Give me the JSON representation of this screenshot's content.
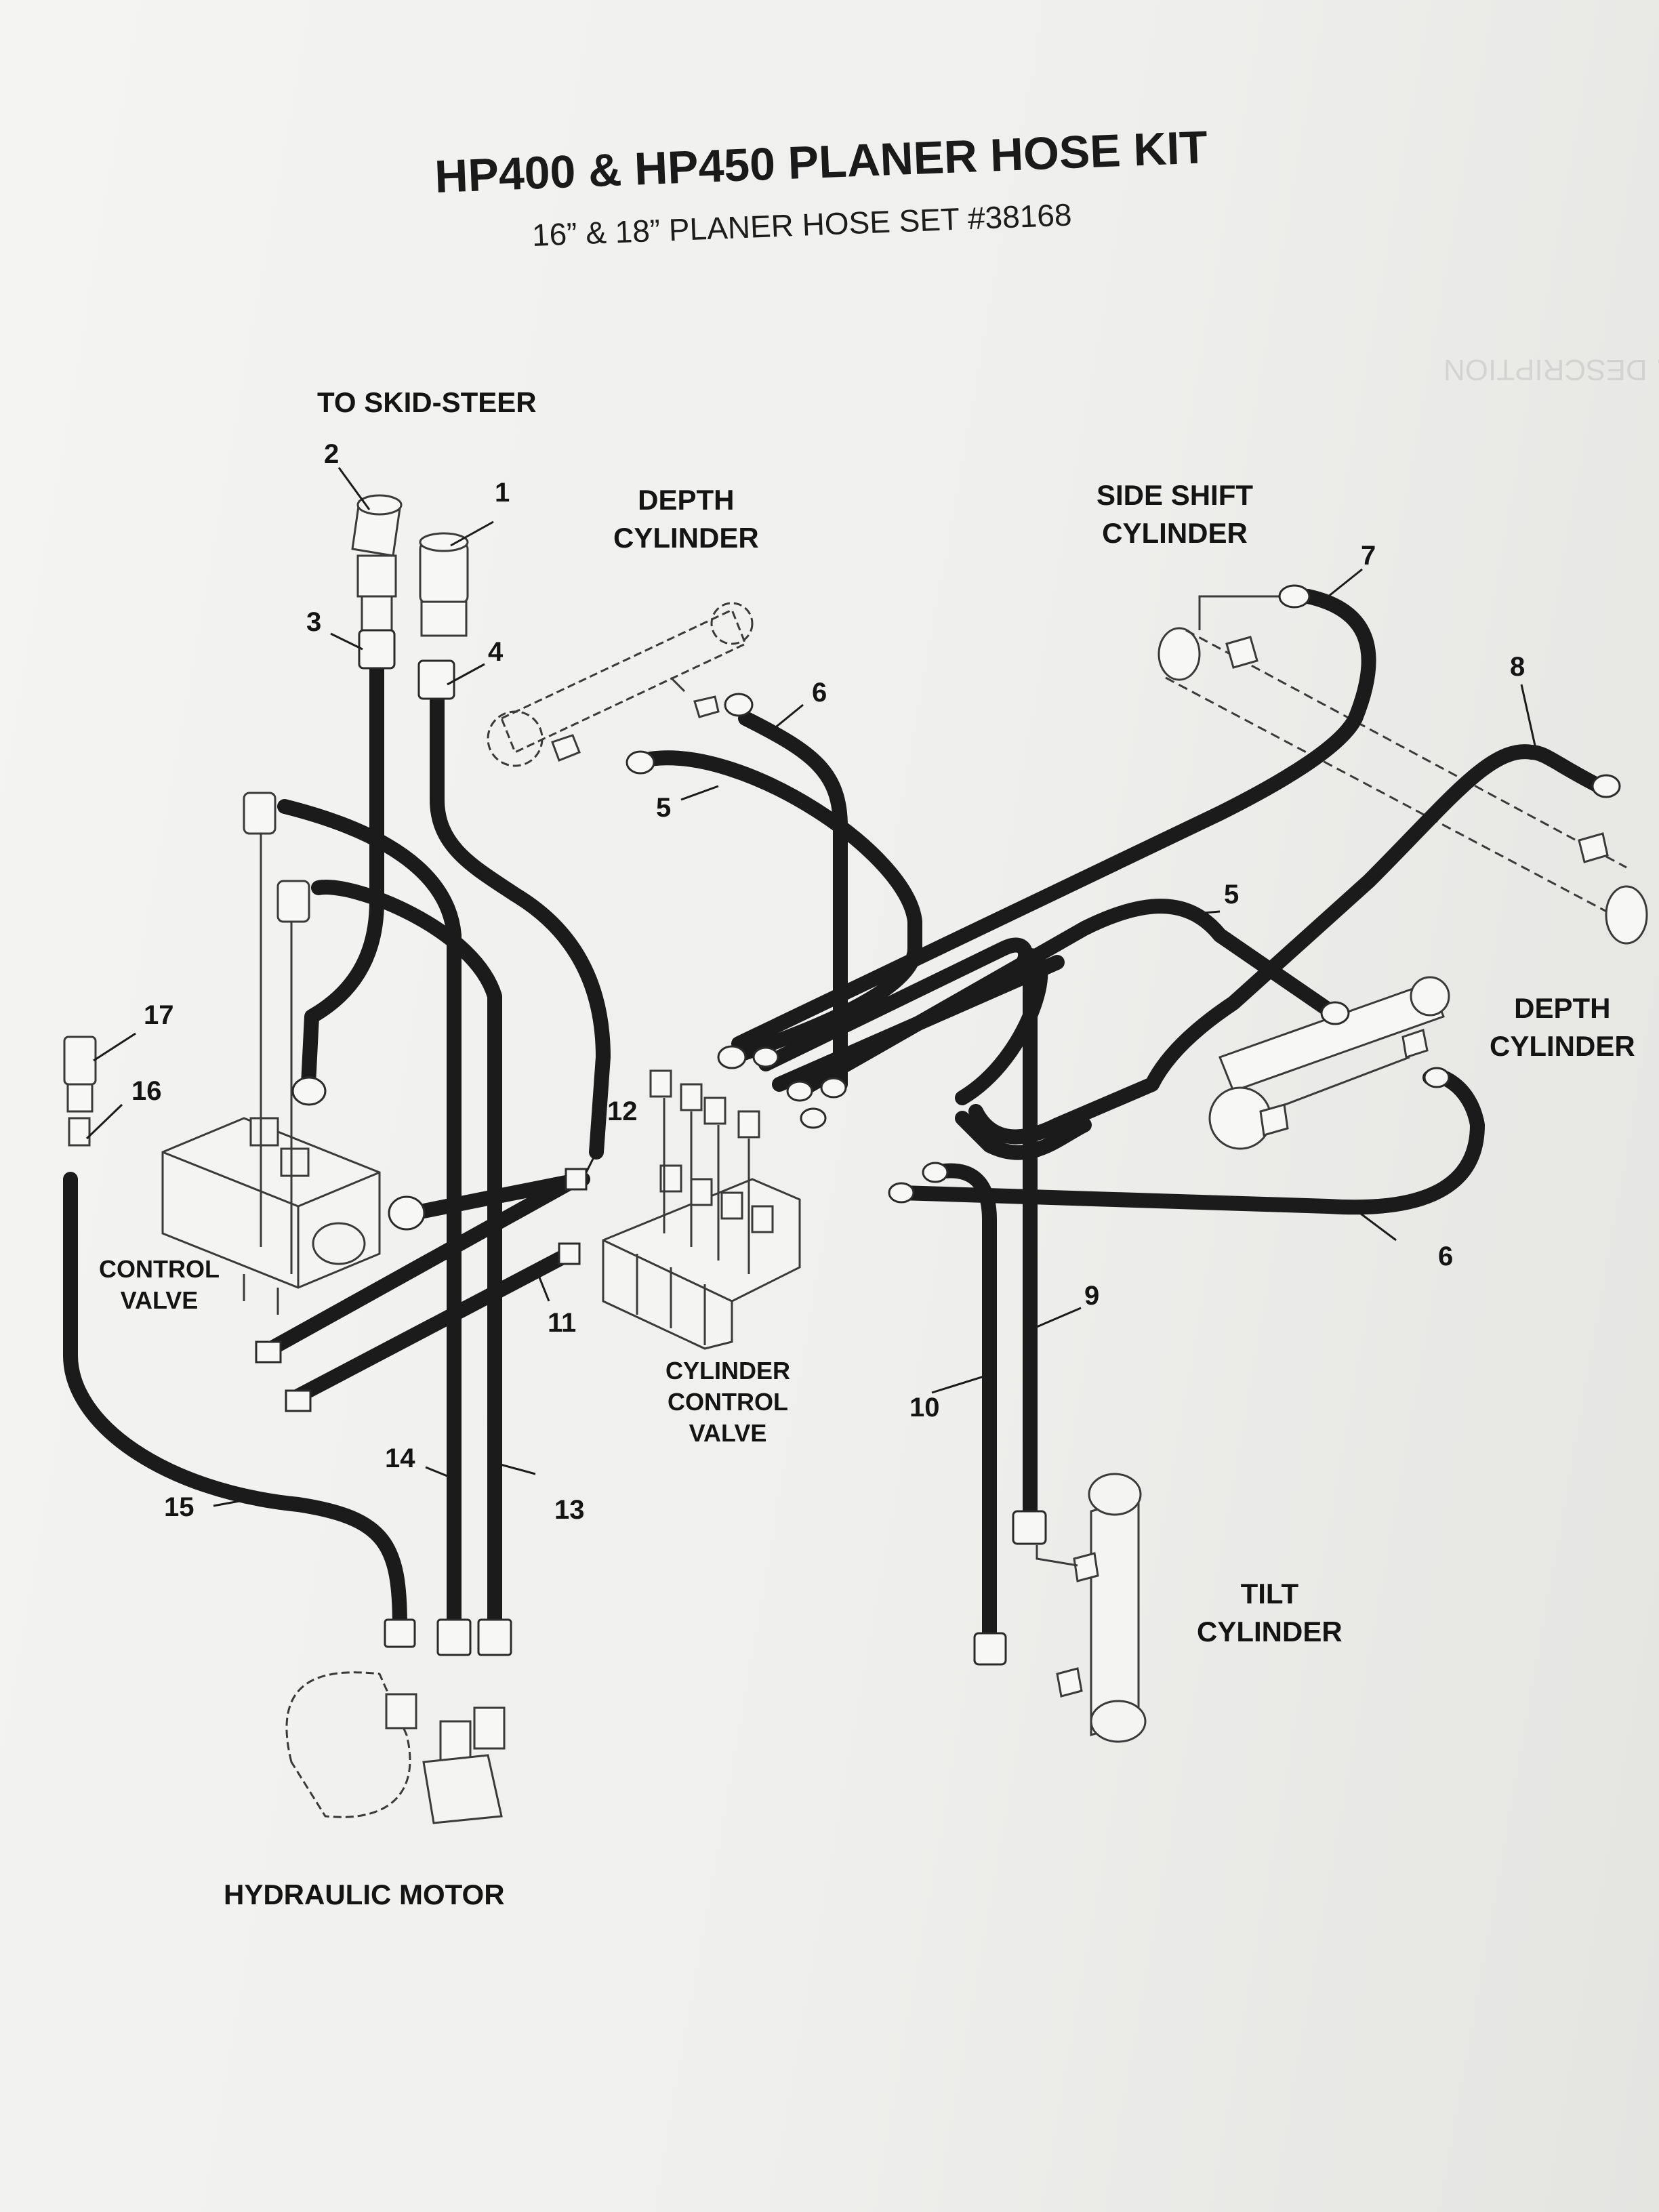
{
  "title": "HP400 & HP450 PLANER HOSE KIT",
  "subtitle": "16” & 18” PLANER HOSE SET #38168",
  "components": {
    "to_skid_steer": "TO SKID-STEER",
    "depth_cylinder_left": [
      "DEPTH",
      "CYLINDER"
    ],
    "side_shift_cylinder": [
      "SIDE SHIFT",
      "CYLINDER"
    ],
    "depth_cylinder_right": [
      "DEPTH",
      "CYLINDER"
    ],
    "control_valve": [
      "CONTROL",
      "VALVE"
    ],
    "cylinder_control_valve": [
      "CYLINDER",
      "CONTROL",
      "VALVE"
    ],
    "tilt_cylinder": [
      "TILT",
      "CYLINDER"
    ],
    "hydraulic_motor": "HYDRAULIC MOTOR"
  },
  "callouts": {
    "n1": "1",
    "n2": "2",
    "n3": "3",
    "n4": "4",
    "n5a": "5",
    "n5b": "5",
    "n6a": "6",
    "n6b": "6",
    "n7": "7",
    "n8": "8",
    "n9": "9",
    "n10": "10",
    "n11": "11",
    "n12": "12",
    "n13": "13",
    "n14": "14",
    "n15": "15",
    "n16": "16",
    "n17": "17"
  },
  "colors": {
    "paper": "#f2f2f0",
    "ink": "#141414",
    "hose": "#1b1b1b",
    "line_art": "#3a3a3a"
  }
}
